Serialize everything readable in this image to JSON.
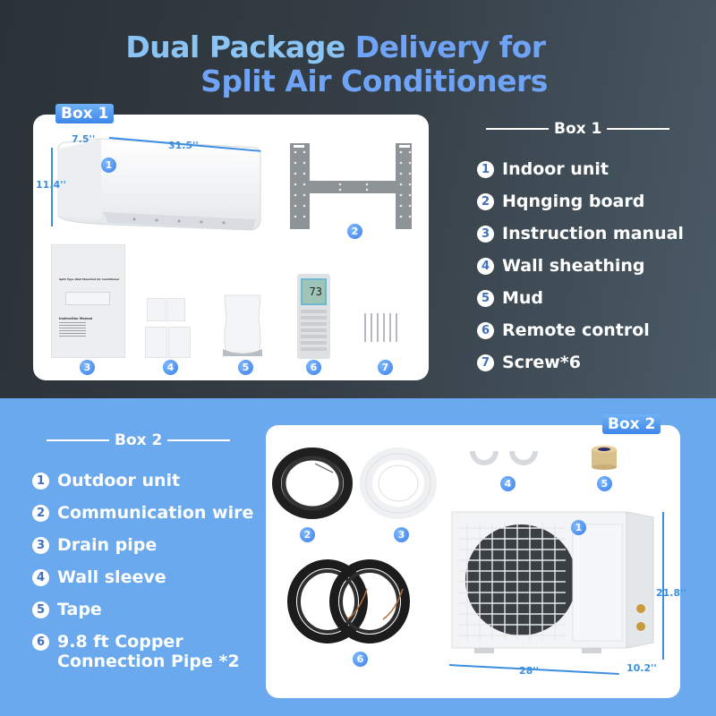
{
  "title": {
    "line1_part1": "Dual Package",
    "line1_part2": "Delivery for",
    "line2": "Split Air Conditioners"
  },
  "colors": {
    "title_light": "#8ac4f5",
    "title_blue": "#6fa3f5",
    "top_bg": "#353e46",
    "bottom_bg": "#6aa9ee",
    "badge_blue": "#3b7ee8",
    "dimension_blue": "#3d8ee0"
  },
  "box1": {
    "tag": "Box 1",
    "heading": "Box 1",
    "dimensions": {
      "depth": "7.5''",
      "width": "31.5''",
      "height": "11.4''"
    },
    "items": [
      {
        "num": "1",
        "label": "Indoor unit"
      },
      {
        "num": "2",
        "label": "Hqnging board"
      },
      {
        "num": "3",
        "label": "Instruction manual"
      },
      {
        "num": "4",
        "label": "Wall sheathing"
      },
      {
        "num": "5",
        "label": "Mud"
      },
      {
        "num": "6",
        "label": "Remote control"
      },
      {
        "num": "7",
        "label": "Screw*6"
      }
    ],
    "manual": {
      "title": "Split Type Wall Mounted Air Conditioner",
      "subtitle": "Instruction Manual"
    },
    "remote_display": "73"
  },
  "box2": {
    "tag": "Box 2",
    "heading": "Box 2",
    "dimensions": {
      "height": "21.8''",
      "width": "28''",
      "depth": "10.2''"
    },
    "items": [
      {
        "num": "1",
        "label": "Outdoor unit"
      },
      {
        "num": "2",
        "label": "Communication wire"
      },
      {
        "num": "3",
        "label": "Drain pipe"
      },
      {
        "num": "4",
        "label": "Wall sleeve"
      },
      {
        "num": "5",
        "label": "Tape"
      },
      {
        "num": "6",
        "label_line1": "9.8 ft Copper",
        "label_line2": "Connection Pipe *2"
      }
    ]
  }
}
